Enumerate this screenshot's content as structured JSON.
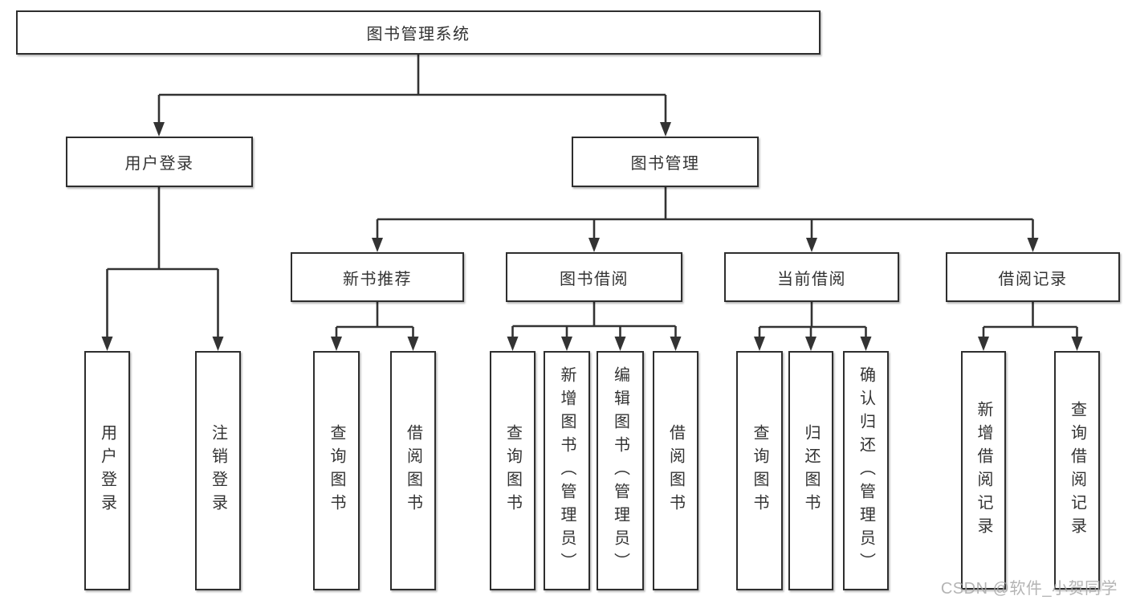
{
  "diagram": {
    "title": "图书管理系统",
    "root": {
      "label": "图书管理系统"
    },
    "level2": [
      {
        "id": "user-login",
        "label": "用户登录"
      },
      {
        "id": "book-management",
        "label": "图书管理"
      }
    ],
    "level3": [
      {
        "id": "new-book-recommend",
        "label": "新书推荐"
      },
      {
        "id": "book-borrow",
        "label": "图书借阅"
      },
      {
        "id": "current-borrow",
        "label": "当前借阅"
      },
      {
        "id": "borrow-records",
        "label": "借阅记录"
      }
    ],
    "leaves": {
      "userLogin": [
        {
          "label": "用户登录"
        },
        {
          "label": "注销登录"
        }
      ],
      "newBookRecommend": [
        {
          "label": "查询图书"
        },
        {
          "label": "借阅图书"
        }
      ],
      "bookBorrow": [
        {
          "label": "查询图书"
        },
        {
          "label": "新增图书（管理员）"
        },
        {
          "label": "编辑图书（管理员）"
        },
        {
          "label": "借阅图书"
        }
      ],
      "currentBorrow": [
        {
          "label": "查询图书"
        },
        {
          "label": "归还图书"
        },
        {
          "label": "确认归还（管理员）"
        }
      ],
      "borrowRecords": [
        {
          "label": "新增借阅记录"
        },
        {
          "label": "查询借阅记录"
        }
      ]
    }
  },
  "watermark": {
    "text": "CSDN @软件_小贺同学"
  },
  "colors": {
    "line": "#333333",
    "box_border": "#2e2e2e",
    "text": "#333333",
    "watermark": "#a8a8a8",
    "background": "#ffffff"
  }
}
